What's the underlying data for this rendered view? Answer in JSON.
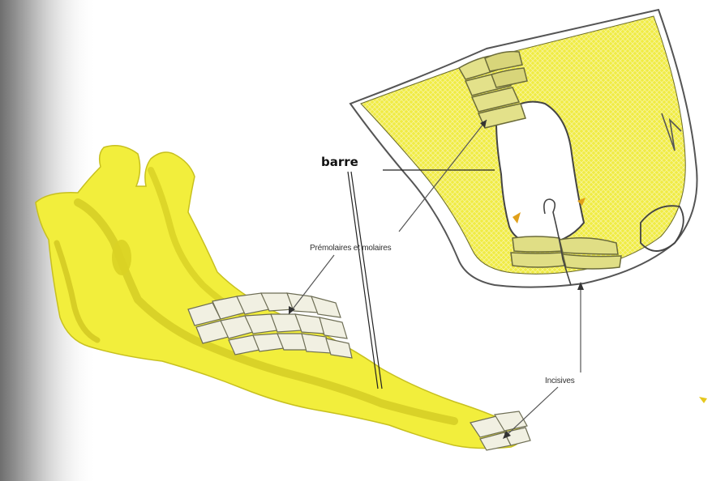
{
  "labels": {
    "barre": "barre",
    "premolaires": "Prémolaires et molaires",
    "incisives": "Incisives"
  },
  "colors": {
    "bone": "#f2ee3c",
    "bone_shade": "#dcd627",
    "bone_dark": "#c9c21a",
    "tooth": "#e9e9c4",
    "outline": "#555555",
    "gradient_left": "#7a7a7a"
  }
}
